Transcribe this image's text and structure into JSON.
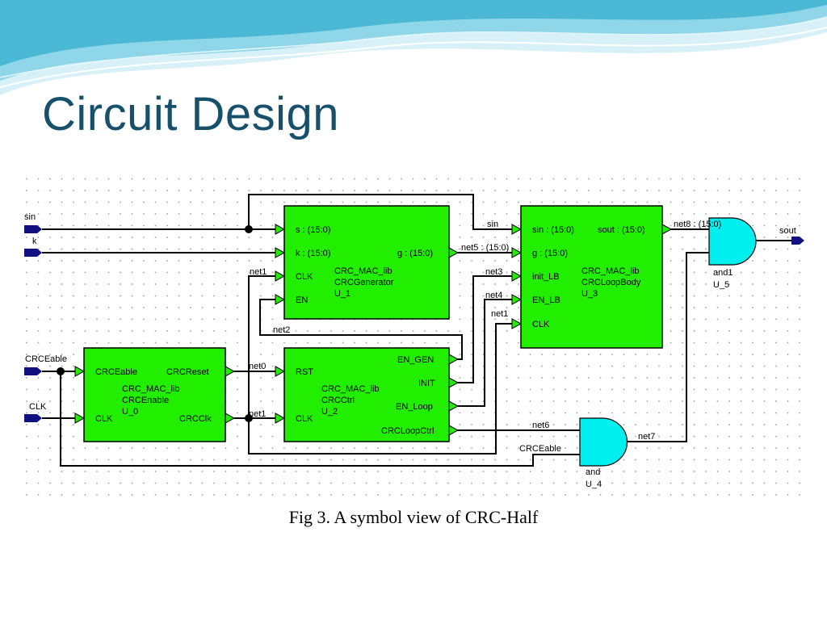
{
  "slide": {
    "title": "Circuit Design",
    "caption": "Fig 3. A symbol view of CRC-Half"
  },
  "colors": {
    "title": "#17506b",
    "block_fill": "#22ee00",
    "gate_fill": "#00f0f0",
    "port_fill": "#101080",
    "wire": "#000000",
    "banner_light": "#bfe7f1",
    "banner_mid": "#5fc3dc"
  },
  "schematic": {
    "ports": {
      "sin": "sin",
      "k": "k",
      "crceable": "CRCEable",
      "clk": "CLK",
      "sout": "sout"
    },
    "u0": {
      "pin_crceable": "CRCEable",
      "pin_crcreset": "CRCReset",
      "pin_clk": "CLK",
      "pin_crcclk": "CRCClk",
      "lib": "CRC_MAC_lib",
      "cell": "CRCEnable",
      "inst": "U_0"
    },
    "u1": {
      "pin_s": "s : (15:0)",
      "pin_k": "k : (15:0)",
      "pin_clk": "CLK",
      "pin_en": "EN",
      "pin_g": "g : (15:0)",
      "lib": "CRC_MAC_lib",
      "cell": "CRCGenerator",
      "inst": "U_1"
    },
    "u2": {
      "pin_rst": "RST",
      "pin_clk": "CLK",
      "pin_en_gen": "EN_GEN",
      "pin_init": "INIT",
      "pin_en_loop": "EN_Loop",
      "pin_crcloopctrl": "CRCLoopCtrl",
      "lib": "CRC_MAC_lib",
      "cell": "CRCCtrl",
      "inst": "U_2"
    },
    "u3": {
      "pin_sin": "sin : (15:0)",
      "pin_g": "g : (15:0)",
      "pin_init_lb": "init_LB",
      "pin_en_lb": "EN_LB",
      "pin_clk": "CLK",
      "pin_sout": "sout : (15:0)",
      "lib": "CRC_MAC_lib",
      "cell": "CRCLoopBody",
      "inst": "U_3"
    },
    "u4": {
      "type": "and",
      "inst": "U_4"
    },
    "u5": {
      "type": "and1",
      "inst": "U_5"
    },
    "nets": {
      "net0": "net0",
      "net1_a": "net1",
      "net1_b": "net1",
      "net1_c": "net1",
      "net2": "net2",
      "net3": "net3",
      "net4": "net4",
      "net5": "net5 : (15:0)",
      "net6": "net6",
      "net7": "net7",
      "net8": "net8 : (15:0)",
      "sin_net": "sin",
      "crceable_net": "CRCEable"
    }
  }
}
